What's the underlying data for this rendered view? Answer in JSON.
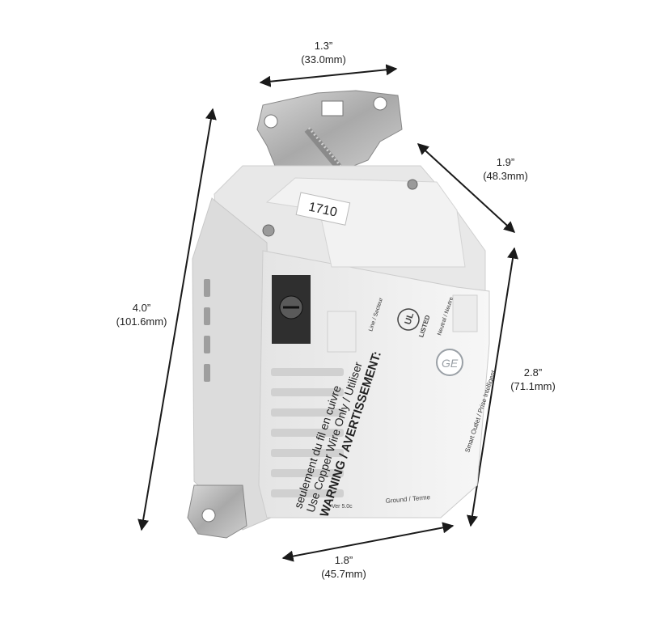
{
  "dimensions": {
    "top_width": {
      "inches": "1.3”",
      "mm": "(33.0mm)"
    },
    "depth": {
      "inches": "1.9”",
      "mm": "(48.3mm)"
    },
    "height": {
      "inches": "4.0”",
      "mm": "(101.6mm)"
    },
    "side_height": {
      "inches": "2.8”",
      "mm": "(71.1mm)"
    },
    "bottom_width": {
      "inches": "1.8”",
      "mm": "(45.7mm)"
    }
  },
  "product": {
    "stamp": "1710",
    "warning_title": "WARNING / AVERTISSEMENT:",
    "copper_line1": "Use Copper Wire Only / Utiliser",
    "copper_line2": "seulement du fil en cuivre",
    "smart_outlet": "Smart Outlet / Prise Intelligent",
    "neutral": "Neutral / Neutre",
    "line": "Line / Secteur",
    "ground": "Ground / Terme",
    "listed": "LISTED",
    "version": "Ver 5.0c"
  },
  "colors": {
    "body": "#efefef",
    "body_shadow": "#d6d6d6",
    "metal": "#b8b8b8",
    "arrow": "#1a1a1a"
  }
}
